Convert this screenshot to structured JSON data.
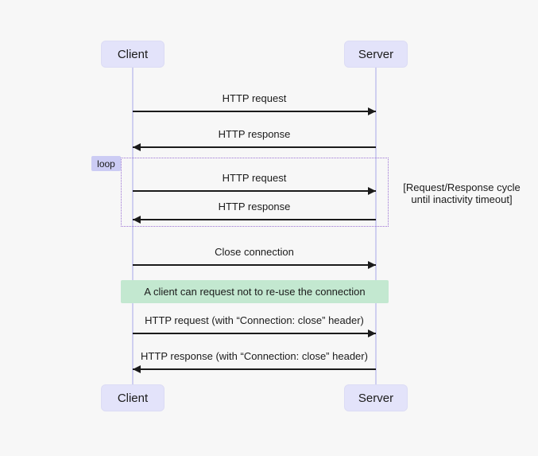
{
  "diagram": {
    "actors": {
      "client": "Client",
      "server": "Server"
    },
    "messages": [
      {
        "label": "HTTP request",
        "direction": "right"
      },
      {
        "label": "HTTP response",
        "direction": "left"
      },
      {
        "label": "HTTP request",
        "direction": "right",
        "in_loop": true
      },
      {
        "label": "HTTP response",
        "direction": "left",
        "in_loop": true
      },
      {
        "label": "Close connection",
        "direction": "right"
      },
      {
        "label": "HTTP request (with “Connection: close” header)",
        "direction": "right"
      },
      {
        "label": "HTTP response (with “Connection: close” header)",
        "direction": "left"
      }
    ],
    "loop": {
      "label": "loop",
      "annotation": [
        "[Request/Response cycle",
        "until inactivity timeout]"
      ]
    },
    "note": "A client can request not to re-use the connection",
    "colors": {
      "background": "#f7f7f7",
      "actor_fill": "#e3e3fa",
      "lifeline": "#cfcff0",
      "loop_border": "#9b72d4",
      "loop_label_fill": "#ccccf4",
      "note_fill": "#c3e8d0",
      "arrow": "#1b1b1b"
    }
  }
}
